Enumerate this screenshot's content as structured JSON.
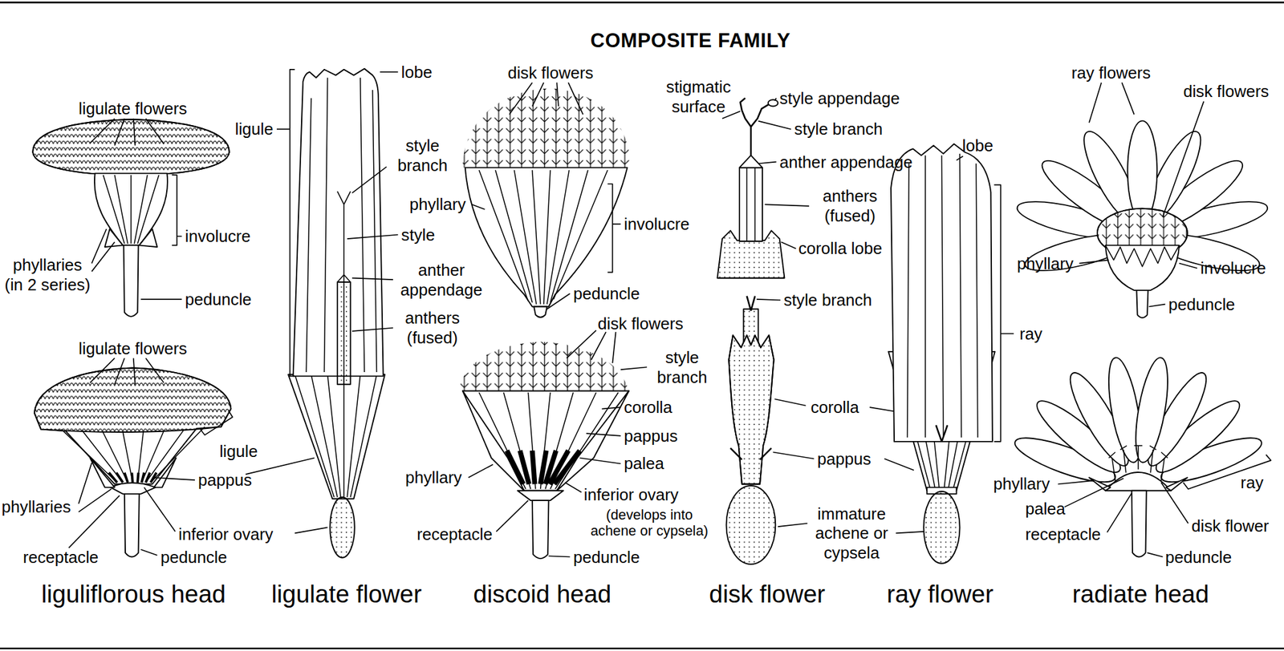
{
  "diagram": {
    "title": "COMPOSITE FAMILY",
    "labels": [
      "ligulate flowers",
      "involucre",
      "phyllaries (in 2 series)",
      "peduncle",
      "ligulate flowers",
      "ligule",
      "pappus",
      "phyllaries",
      "inferior ovary",
      "receptacle",
      "peduncle",
      "liguliflorous head",
      "ligule",
      "lobe",
      "style branch",
      "style",
      "anther appendage",
      "anthers (fused)",
      "ligulate flower",
      "disk flowers",
      "phyllary",
      "involucre",
      "peduncle",
      "disk flowers",
      "style branch",
      "corolla",
      "pappus",
      "palea",
      "phyllary",
      "inferior ovary",
      "(develops into achene or cypsela)",
      "receptacle",
      "peduncle",
      "discoid head",
      "stigmatic surface",
      "style appendage",
      "style branch",
      "anther appendage",
      "anthers (fused)",
      "corolla lobe",
      "style branch",
      "corolla",
      "pappus",
      "immature achene or cypsela",
      "disk flower",
      "lobe",
      "ray",
      "ray flower",
      "ray flowers",
      "disk flowers",
      "phyllary",
      "involucre",
      "peduncle",
      "phyllary",
      "palea",
      "receptacle",
      "ray",
      "disk flower",
      "peduncle",
      "radiate head"
    ]
  }
}
